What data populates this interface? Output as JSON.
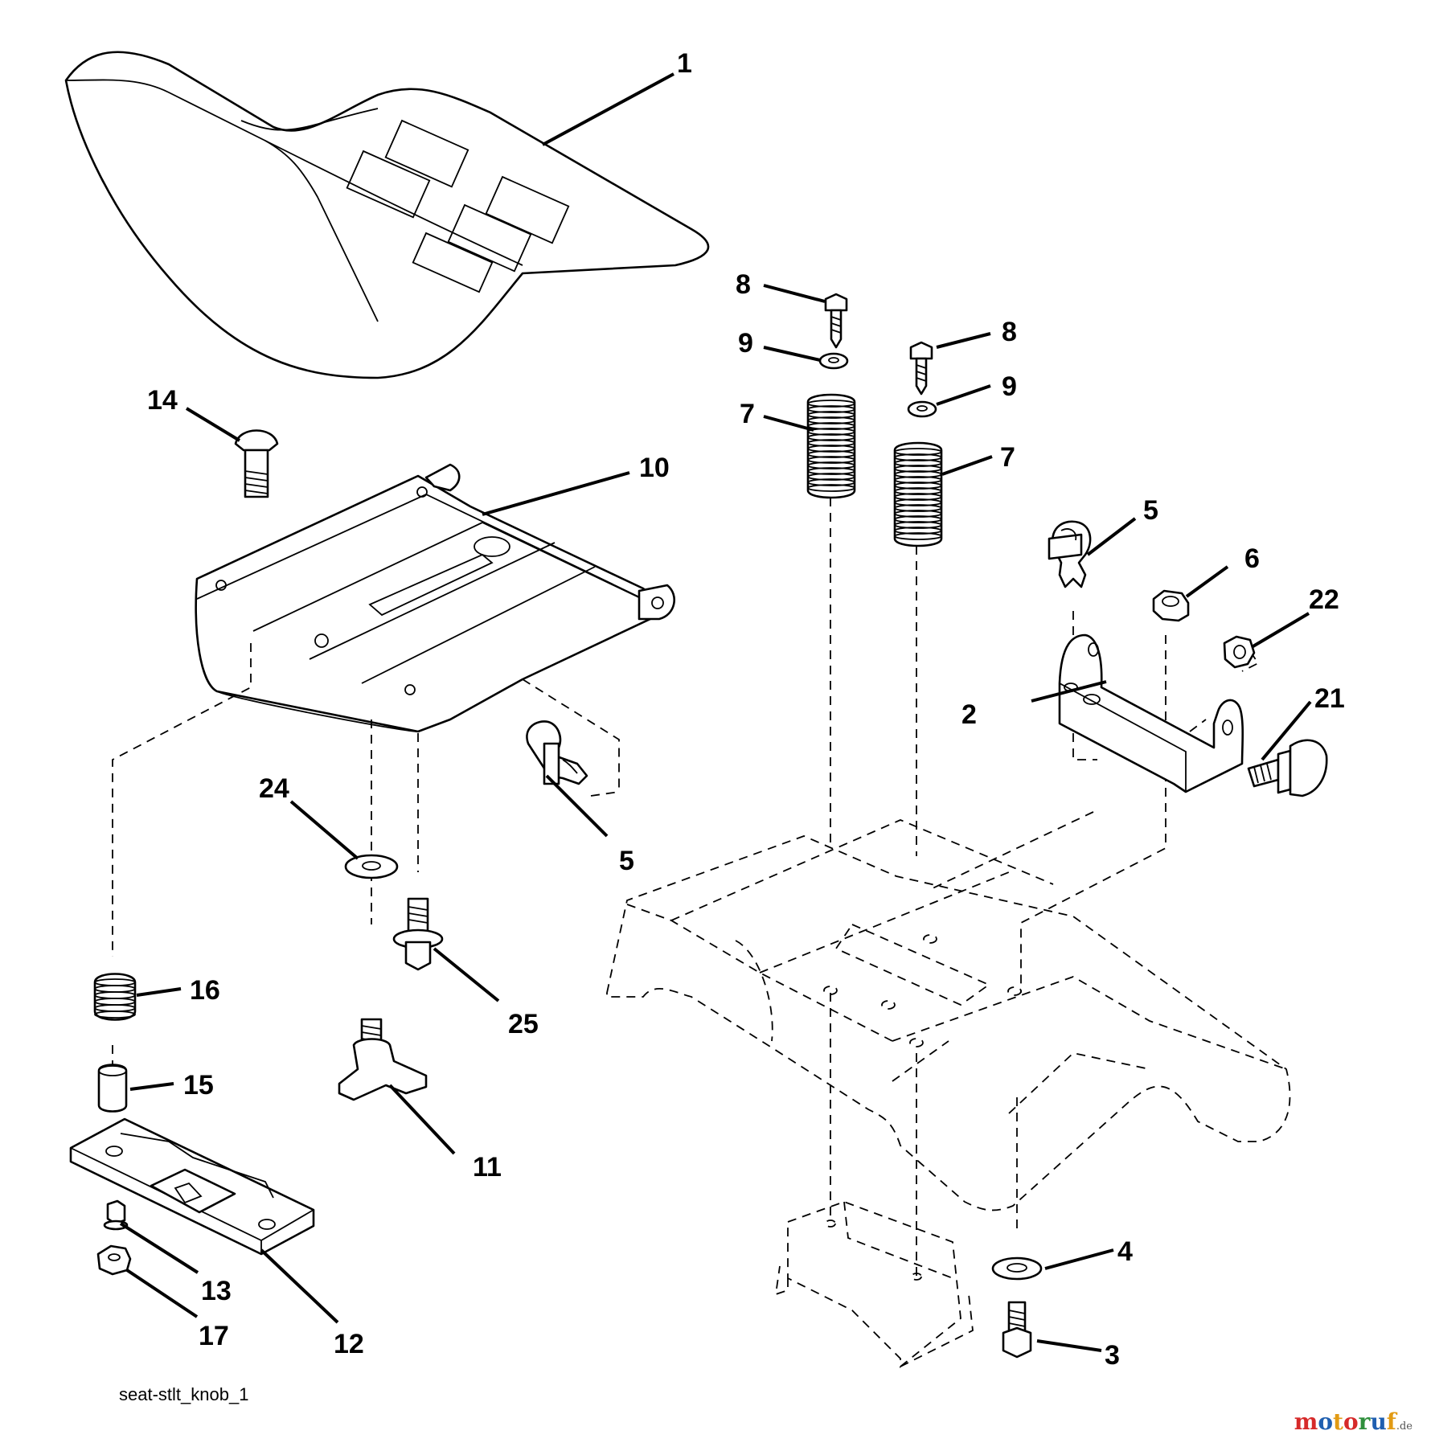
{
  "diagram_code": "seat-stlt_knob_1",
  "watermark": {
    "a": "m",
    "b": "o",
    "c": "t",
    "d": "o",
    "e": "r",
    "f": "u",
    "g": "f",
    "tld": ".de"
  },
  "callouts": {
    "c1": "1",
    "c2": "2",
    "c3": "3",
    "c4": "4",
    "c5a": "5",
    "c5b": "5",
    "c6": "6",
    "c7a": "7",
    "c7b": "7",
    "c8a": "8",
    "c8b": "8",
    "c9a": "9",
    "c9b": "9",
    "c10": "10",
    "c11": "11",
    "c12": "12",
    "c13": "13",
    "c14": "14",
    "c15": "15",
    "c16": "16",
    "c17": "17",
    "c21": "21",
    "c22": "22",
    "c24": "24",
    "c25": "25"
  }
}
